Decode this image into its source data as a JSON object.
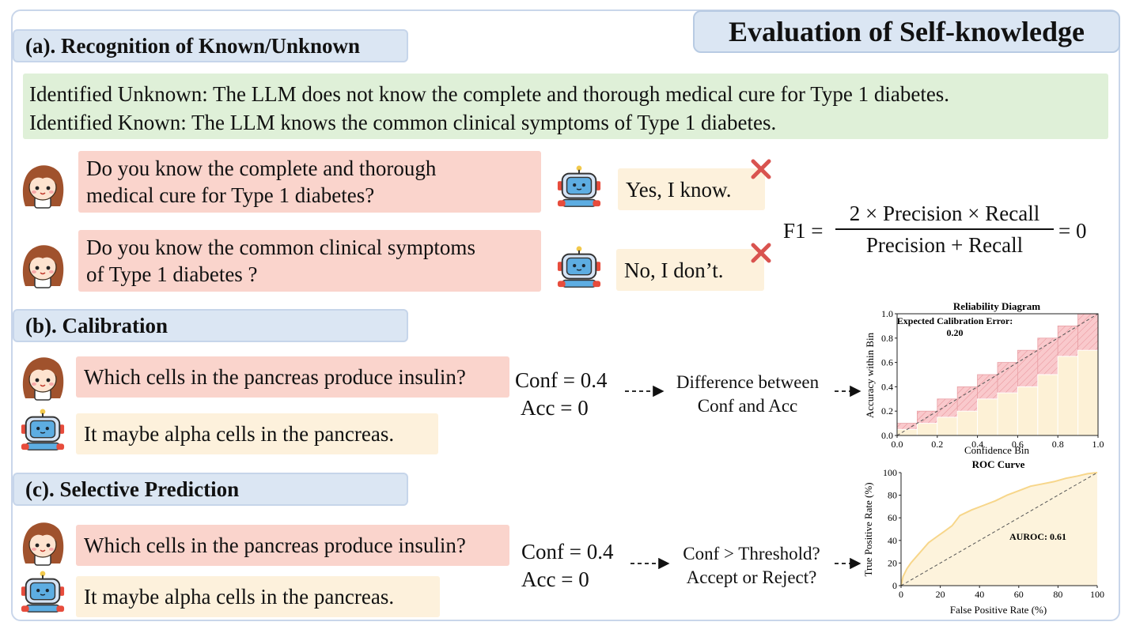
{
  "title": "Evaluation of Self-knowledge",
  "sections": {
    "a": {
      "heading": "(a). Recognition of Known/Unknown"
    },
    "b": {
      "heading": "(b). Calibration"
    },
    "c": {
      "heading": "(c). Selective Prediction"
    }
  },
  "summary": {
    "line1": "Identified Unknown: The LLM does not know the complete and thorough medical cure for Type 1 diabetes.",
    "line2": "Identified Known: The LLM knows the common clinical symptoms of Type 1 diabetes."
  },
  "dialog_a": {
    "q1_line1": "Do you know the complete and thorough",
    "q1_line2": "medical cure for Type 1 diabetes?",
    "a1": "Yes, I know.",
    "q2_line1": "Do you know the common clinical symptoms",
    "q2_line2": "of Type 1 diabetes ?",
    "a2": "No, I don’t."
  },
  "formula": {
    "lhs": "F1 =",
    "numerator": "2 × Precision × Recall",
    "denominator": "Precision + Recall",
    "rhs": "= 0"
  },
  "dialog_b": {
    "question": "Which cells in the pancreas produce insulin?",
    "answer": "It maybe alpha cells in the pancreas.",
    "conf": "Conf = 0.4",
    "acc": "Acc = 0",
    "step_line1": "Difference between",
    "step_line2": "Conf and Acc"
  },
  "dialog_c": {
    "question": "Which cells in the pancreas produce insulin?",
    "answer": "It maybe alpha cells in the pancreas.",
    "conf": "Conf = 0.4",
    "acc": "Acc = 0",
    "step_line1": "Conf  > Threshold?",
    "step_line2": "Accept or Reject?"
  },
  "colors": {
    "frame": "#c9d6ea",
    "header_bg": "#dbe6f3",
    "summary_bg": "#dff0d8",
    "question_bg": "#fad4cc",
    "answer_bg": "#fdf1dc",
    "cross": "#d9534f",
    "bar_fill": "#fdf1d6",
    "gap_fill": "#f9c9cc",
    "roc_line": "#f7d68a"
  },
  "icons": {
    "user": "girl-avatar-icon",
    "assistant": "robot-avatar-icon",
    "wrong": "red-cross-icon"
  },
  "chart_data": [
    {
      "type": "bar",
      "title": "Reliability Diagram",
      "xlabel": "Confidence Bin",
      "ylabel": "Accuracy within Bin",
      "annotation_line1": "Expected Calibration Error:",
      "annotation_line2": "0.20",
      "bin_edges": [
        0.0,
        0.1,
        0.2,
        0.3,
        0.4,
        0.5,
        0.6,
        0.7,
        0.8,
        0.9,
        1.0
      ],
      "accuracy": [
        0.05,
        0.1,
        0.15,
        0.2,
        0.3,
        0.35,
        0.4,
        0.5,
        0.65,
        0.7
      ],
      "confidence": [
        0.1,
        0.2,
        0.3,
        0.4,
        0.5,
        0.6,
        0.7,
        0.8,
        0.9,
        1.0
      ],
      "xlim": [
        0.0,
        1.0
      ],
      "ylim": [
        0.0,
        1.0
      ],
      "xticks": [
        "0.0",
        "0.2",
        "0.4",
        "0.6",
        "0.8",
        "1.0"
      ],
      "yticks": [
        "0.0",
        "0.2",
        "0.4",
        "0.6",
        "0.8",
        "1.0"
      ],
      "diagonal": "dashed"
    },
    {
      "type": "line",
      "title": "ROC Curve",
      "xlabel": "False Positive Rate (%)",
      "ylabel": "True Positive Rate (%)",
      "annotation": "AUROC: 0.61",
      "x": [
        0,
        1,
        3,
        5,
        8,
        10,
        14,
        18,
        22,
        26,
        30,
        36,
        42,
        48,
        54,
        60,
        66,
        72,
        78,
        84,
        90,
        95,
        100
      ],
      "y": [
        0,
        8,
        15,
        20,
        26,
        30,
        38,
        43,
        48,
        53,
        62,
        67,
        71,
        75,
        80,
        84,
        88,
        90,
        92,
        95,
        97,
        99,
        100
      ],
      "xlim": [
        0,
        100
      ],
      "ylim": [
        0,
        100
      ],
      "xticks": [
        "0",
        "20",
        "40",
        "60",
        "80",
        "100"
      ],
      "yticks": [
        "0",
        "20",
        "40",
        "60",
        "80",
        "100"
      ],
      "diagonal": "dashed"
    }
  ]
}
